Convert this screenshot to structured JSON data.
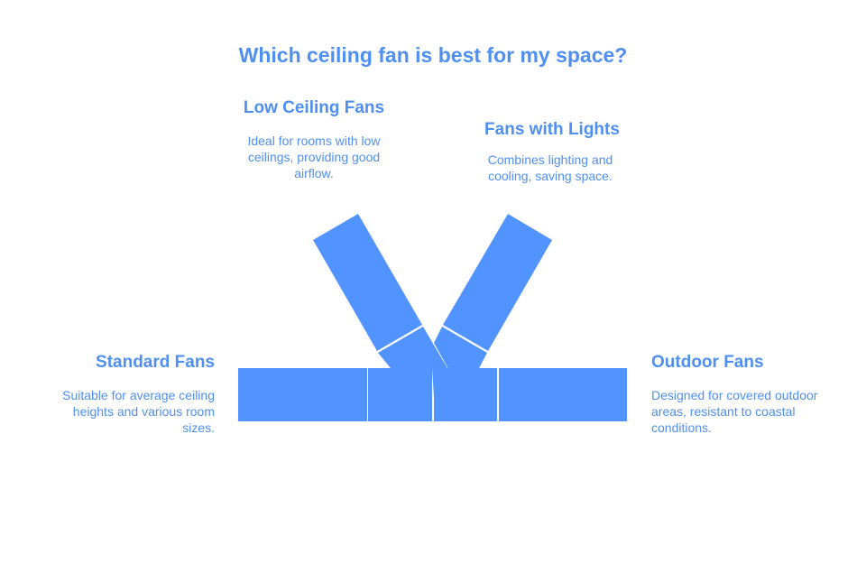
{
  "title": "Which ceiling fan is best for my space?",
  "options": {
    "low_ceiling": {
      "heading": "Low Ceiling Fans",
      "description": "Ideal for rooms with low ceilings, providing good airflow."
    },
    "with_lights": {
      "heading": "Fans with Lights",
      "description": "Combines lighting and cooling, saving space."
    },
    "standard": {
      "heading": "Standard Fans",
      "description": "Suitable for average ceiling heights and various room sizes."
    },
    "outdoor": {
      "heading": "Outdoor Fans",
      "description": "Designed for covered outdoor areas, resistant to coastal conditions."
    }
  },
  "colors": {
    "accent": "#4f8ff0",
    "shape_fill": "#5294ff",
    "background": "#ffffff"
  }
}
